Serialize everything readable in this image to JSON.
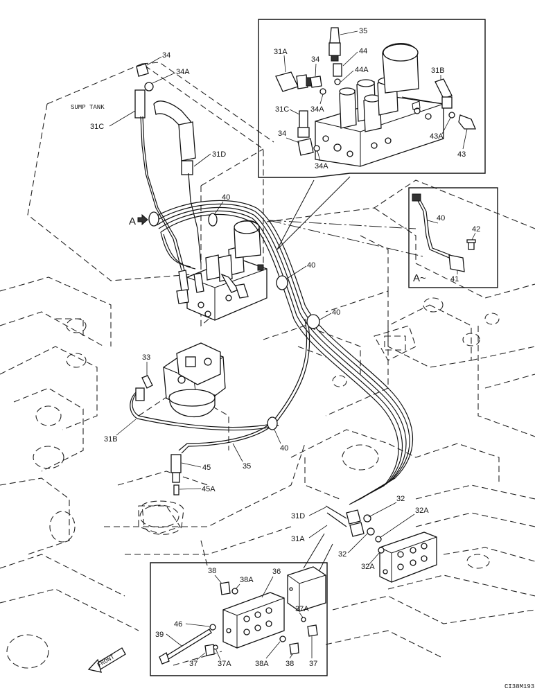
{
  "diagram": {
    "sump_label": "SUMP TANK",
    "front_label": "FRONT",
    "view_marker": "A",
    "view_caption": "A~",
    "drawing_code": "CI38M193",
    "callouts": {
      "c35_top": "35",
      "c44": "44",
      "c44a": "44A",
      "c31a_top": "31A",
      "c34_top1": "34",
      "c31b_top": "31B",
      "c31c_top": "31C",
      "c34a_top1": "34A",
      "c34_top2": "34",
      "c34a_top2": "34A",
      "c43a": "43A",
      "c43": "43",
      "c34_main": "34",
      "c34a_main": "34A",
      "c31c_main": "31C",
      "c31d_main": "31D",
      "c40_a": "40",
      "c40_b": "40",
      "c40_c": "40",
      "c40_d": "40",
      "c40_inset": "40",
      "c42": "42",
      "c41": "41",
      "c33": "33",
      "c31b_main": "31B",
      "c35_main": "35",
      "c45": "45",
      "c45a": "45A",
      "c32_a": "32",
      "c32a_a": "32A",
      "c31d_low": "31D",
      "c31a_low": "31A",
      "c32_b": "32",
      "c32a_b": "32A",
      "c38_a": "38",
      "c38a_a": "38A",
      "c36": "36",
      "c46": "46",
      "c37a_a": "37A",
      "c39": "39",
      "c37_a": "37",
      "c37a_b": "37A",
      "c38a_b": "38A",
      "c38_b": "38",
      "c37_b": "37"
    }
  }
}
